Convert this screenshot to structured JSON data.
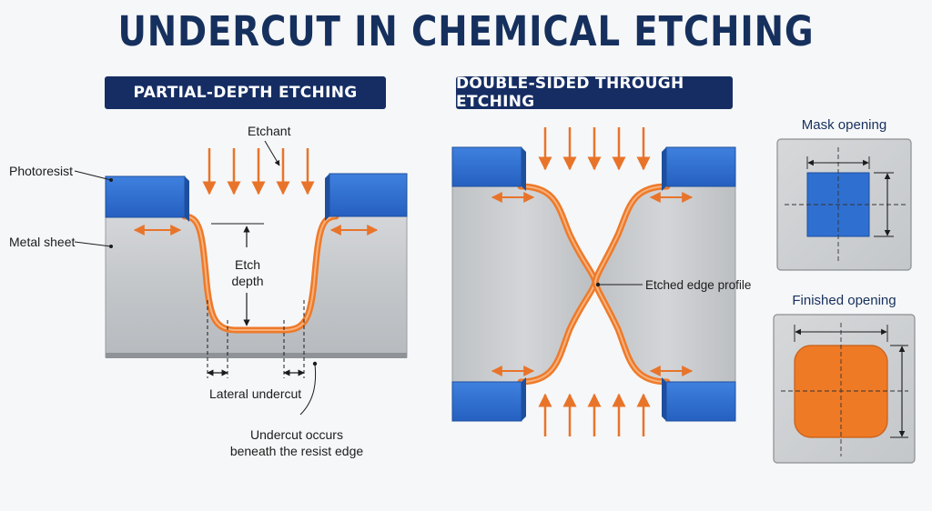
{
  "title": "UNDERCUT IN CHEMICAL ETCHING",
  "left_section": {
    "banner": "PARTIAL-DEPTH ETCHING",
    "labels": {
      "photoresist": "Photoresist",
      "metal_sheet": "Metal sheet",
      "etchant": "Etchant",
      "etch_depth_line1": "Etch",
      "etch_depth_line2": "depth",
      "lateral_undercut": "Lateral undercut",
      "undercut_note_line1": "Undercut occurs",
      "undercut_note_line2": "beneath the resist edge"
    }
  },
  "right_section": {
    "banner": "DOUBLE-SIDED THROUGH ETCHING",
    "labels": {
      "etched_edge_profile": "Etched edge profile"
    }
  },
  "mask_panel": {
    "title": "Mask opening"
  },
  "finished_panel": {
    "title": "Finished opening"
  },
  "colors": {
    "title": "#16305e",
    "banner": "#152d63",
    "photoresist": "#2f6fd0",
    "etch_profile": "#ee7a2a",
    "arrow": "#e8742a",
    "metal": "#c9cbce",
    "finished_fill": "#ef7a25"
  }
}
